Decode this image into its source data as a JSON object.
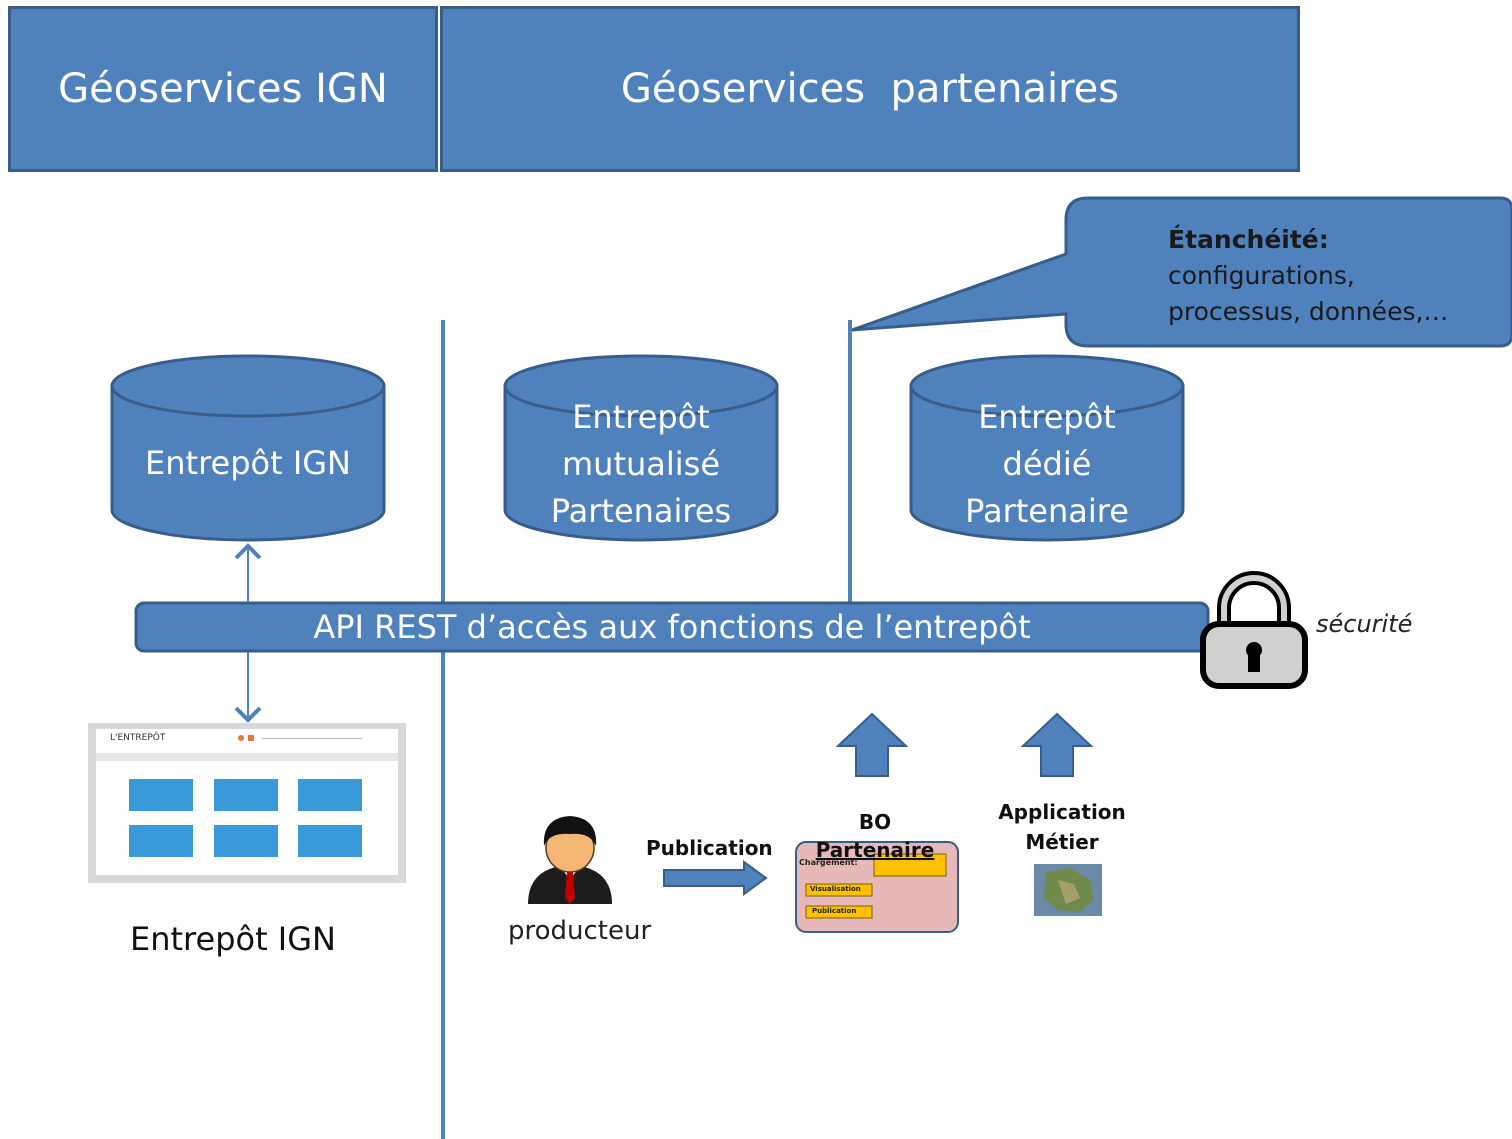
{
  "headers": {
    "ign": "Géoservices IGN",
    "partenaires": "Géoservices  partenaires"
  },
  "callout": {
    "title": "Étanchéité:",
    "line1": "configurations,",
    "line2": "processus, données,…"
  },
  "entrepots": {
    "ign": "Entrepôt IGN",
    "mutualise": [
      "Entrepôt",
      "mutualisé",
      "Partenaires"
    ],
    "dedie": [
      "Entrepôt",
      "dédié",
      "Partenaire"
    ]
  },
  "api_bar": "API REST d’accès aux fonctions de l’entrepôt",
  "securite": "sécurité",
  "screenshot": {
    "logo": "L'ENTREPÔT",
    "caption": "Entrepôt IGN"
  },
  "producteur": "producteur",
  "publication": "Publication",
  "bo": {
    "title_line1": "BO",
    "title_line2": "Partenaire",
    "chargement": "Chargement:",
    "visualisation": "Visualisation",
    "publication": "Publication"
  },
  "application": {
    "line1": "Application",
    "line2": "Métier"
  },
  "colors": {
    "accent": "#4f81bd",
    "border": "#385d8a",
    "bo_background": "#e6b9b8",
    "bo_field": "#ffc000"
  }
}
